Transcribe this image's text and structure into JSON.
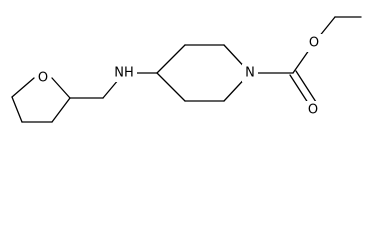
{
  "molecule": {
    "atoms": {
      "ring_oxygen": "O",
      "amine": "NH",
      "ring_nitrogen": "N",
      "ester_oxygen": "O",
      "carbonyl_oxygen": "O"
    }
  },
  "colors": {
    "background": "#ffffff",
    "bond": "#000000",
    "label": "#000000"
  }
}
